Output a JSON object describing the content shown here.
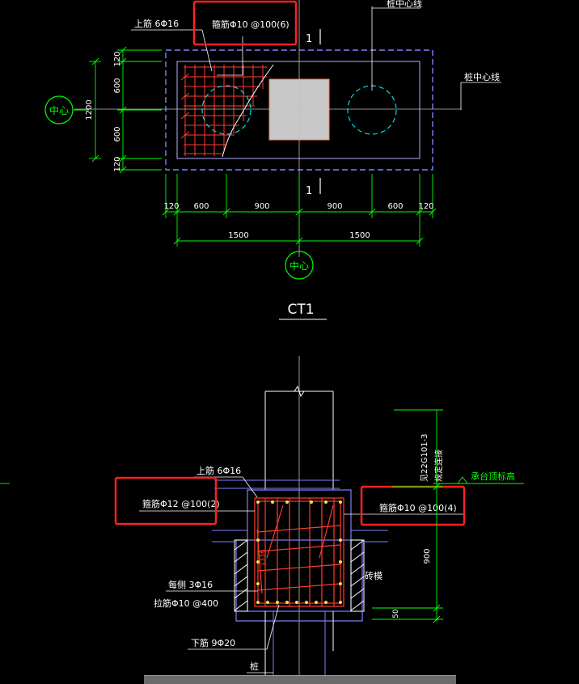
{
  "plan": {
    "top_rebar": "上筋 6Φ16",
    "stirrup": "箍筋Φ10 @100(6)",
    "pile_axis_top": "桩中心线",
    "pile_axis_right": "桩中心线",
    "center_left": "中心",
    "center_bottom": "中心",
    "section_mark": "1",
    "dims_vertical": [
      "120",
      "600",
      "600",
      "120"
    ],
    "dim_total_vertical": "1200",
    "dims_horizontal": [
      "120",
      "600",
      "900",
      "900",
      "600",
      "120"
    ],
    "dims_horizontal_half": [
      "1500",
      "1500"
    ]
  },
  "title": "CT1",
  "section": {
    "top_rebar": "上筋 6Φ16",
    "stirrup_left": "箍筋Φ12 @100(2)",
    "stirrup_right": "箍筋Φ10 @100(4)",
    "side_rebar": "每侧 3Φ16",
    "tie_rebar": "拉筋Φ10 @400",
    "bottom_rebar": "下筋 9Φ20",
    "pile": "桩",
    "brick_mold": "砖模",
    "cap_top_elev": "承台顶标高",
    "ref_note_1": "见22G101-3",
    "ref_note_2": "规定连接",
    "dim_900": "900",
    "dim_50": "50",
    "dim_1336": "1336"
  },
  "colors": {
    "background": "#000000",
    "outline": "#ffffff",
    "dimension": "#00ff00",
    "rebar": "#ff3b2f",
    "cap": "#8080ff",
    "pile": "#00e0e0",
    "column_fill": "#c8c8c8",
    "highlight": "#ff2020",
    "text": "#ffffff"
  }
}
